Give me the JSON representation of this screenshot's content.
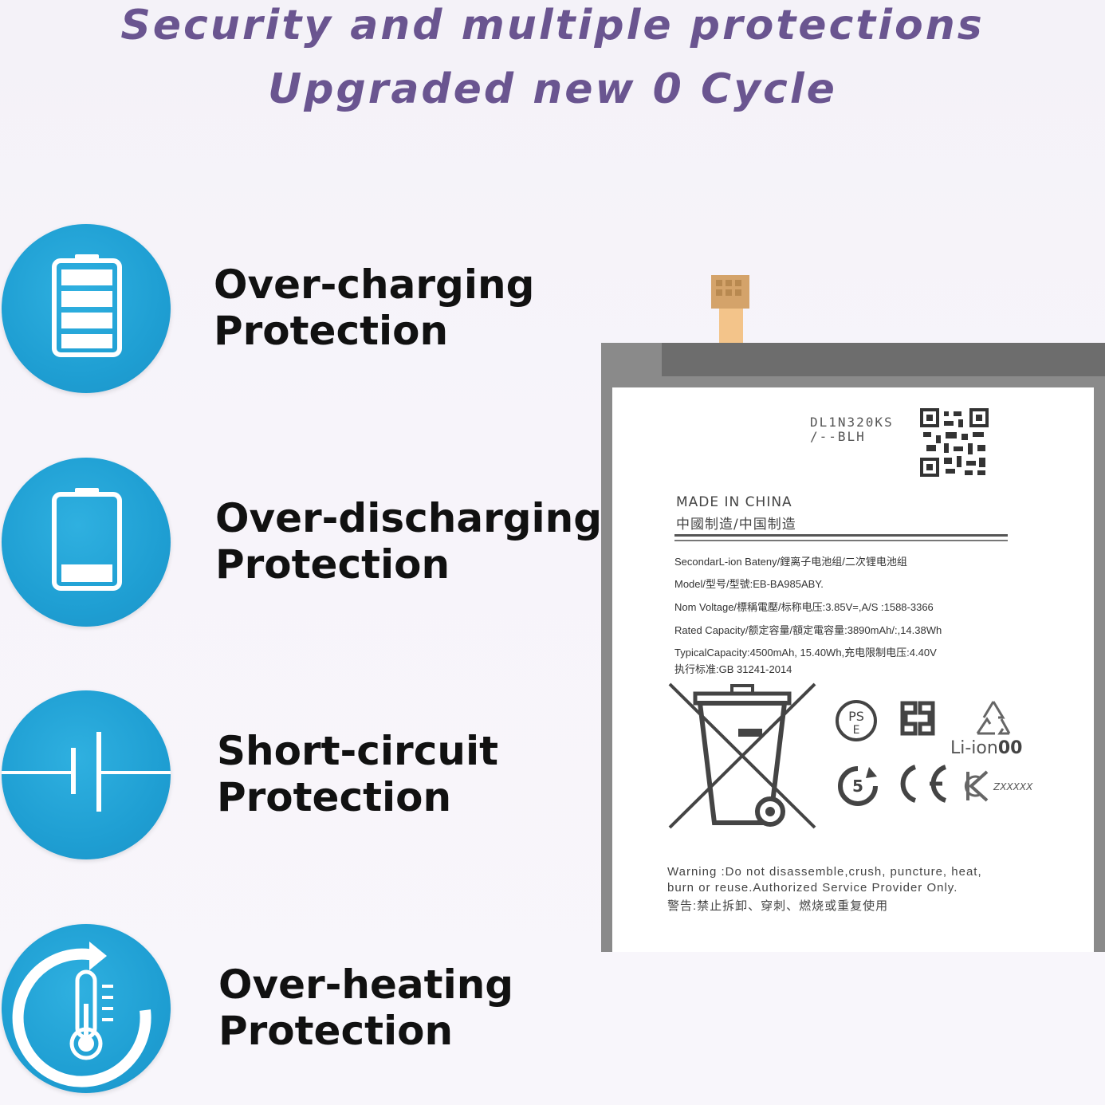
{
  "headline": {
    "line1": "Security and multiple protections",
    "line2": "Upgraded new 0 Cycle"
  },
  "features": [
    {
      "icon": "full-battery-icon",
      "line1": "Over-charging",
      "line2": "Protection"
    },
    {
      "icon": "low-battery-icon",
      "line1": "Over-discharging",
      "line2": "Protection"
    },
    {
      "icon": "short-circuit-icon",
      "line1": "Short-circuit",
      "line2": "Protection"
    },
    {
      "icon": "thermometer-icon",
      "line1": "Over-heating",
      "line2": "Protection"
    }
  ],
  "battery_label": {
    "serial_line1": "DL1N320KS",
    "serial_line2": "/--BLH",
    "made_in": "MADE IN CHINA",
    "made_in_cn": "中國制造/中国制造",
    "spec1": "SecondarL-ion Bateny/鋰离子电池组/二次锂电池组",
    "spec2": "Model/型号/型號:EB-BA985ABY.",
    "spec3": "Nom Voltage/標稱電壓/标称电压:3.85V=,A/S :1588-3366",
    "spec4": "Rated Capacity/额定容量/額定電容量:3890mAh/:,14.38Wh",
    "spec5": "TypicalCapacity:4500mAh,  15.40Wh,充电限制电压:4.40V",
    "spec6": "执行标准:GB 31241-2014",
    "liion": "Li-ion",
    "liion_num": "00",
    "kc_code": "ZXXXXX",
    "warning1": "Warning :Do not disassemble,crush, puncture, heat,",
    "warning2": "burn or reuse.Authorized Service Provider Only.",
    "warning3": "警告:禁止拆卸、穿刺、燃烧或重复使用"
  },
  "colors": {
    "headline": "#6a5590",
    "icon_circle": "#1f9fd3",
    "feature_text": "#111111"
  }
}
